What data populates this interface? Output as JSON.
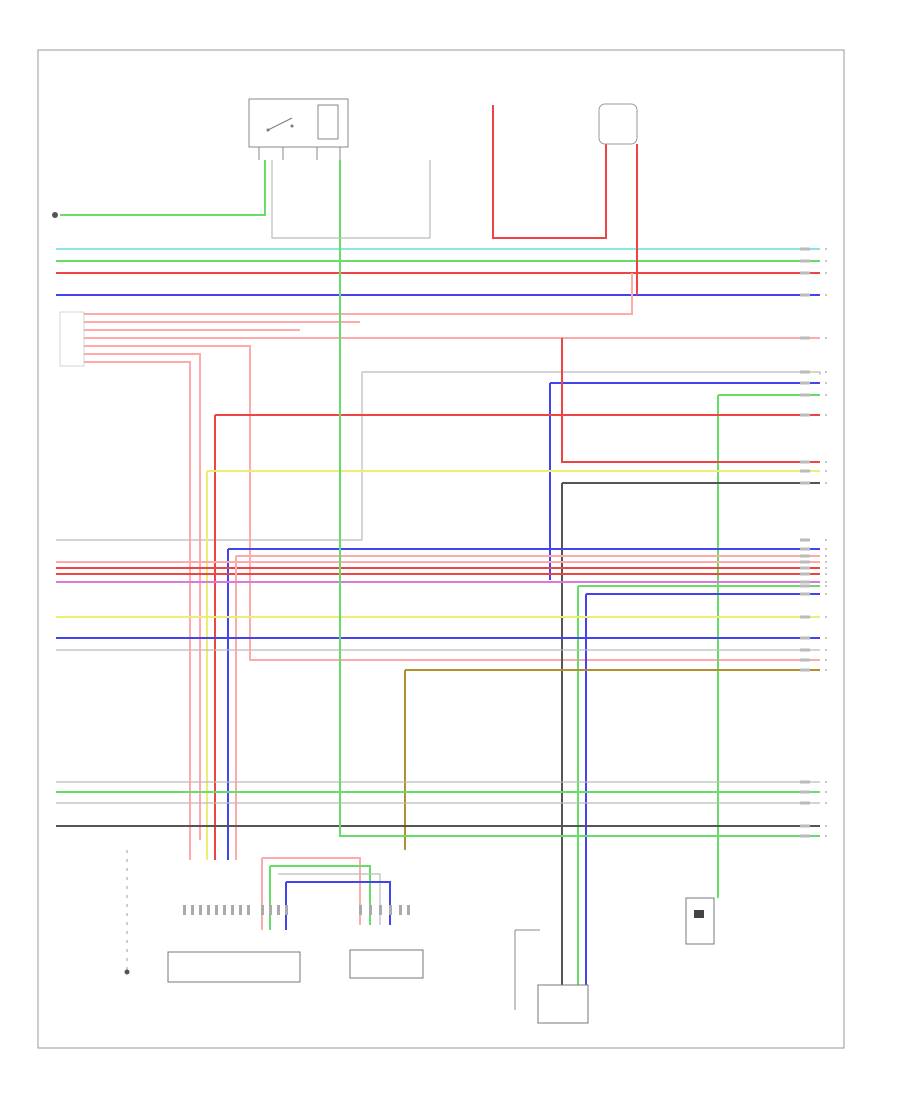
{
  "diagram": {
    "wire_colors": {
      "cyan": "#88e6e6",
      "green": "#66dd66",
      "red": "#ee4444",
      "pink": "#ffaaaa",
      "blue": "#4444ee",
      "yellow": "#eeee77",
      "gray": "#bbbbbb",
      "black": "#555555",
      "brown": "#b09030",
      "magenta": "#dd77dd",
      "frame": "#999999"
    },
    "components": [
      {
        "name": "relay-box",
        "icon": "relay-icon"
      },
      {
        "name": "right-connector",
        "icon": "connector-icon"
      },
      {
        "name": "ground-point-left",
        "icon": "ground-icon"
      },
      {
        "name": "left-connector-block",
        "icon": "connector-icon"
      },
      {
        "name": "connector-bottom-left",
        "icon": "connector-icon"
      },
      {
        "name": "connector-bottom-center",
        "icon": "connector-icon"
      },
      {
        "name": "connector-bottom-right",
        "icon": "connector-icon"
      },
      {
        "name": "switch-box",
        "icon": "switch-icon"
      },
      {
        "name": "ground-point-bottom",
        "icon": "ground-icon"
      }
    ]
  }
}
